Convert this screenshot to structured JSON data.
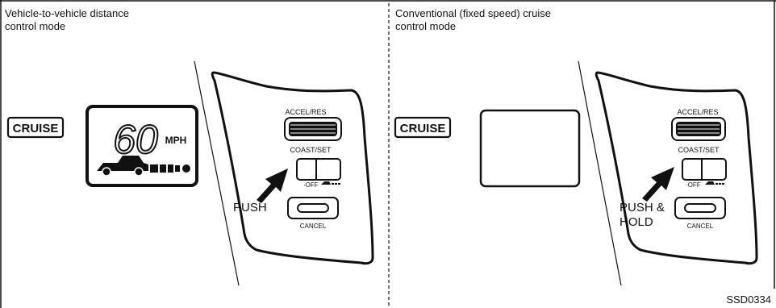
{
  "left_panel": {
    "caption_line1": "Vehicle-to-vehicle distance",
    "caption_line2": "control mode",
    "cruise_badge": "CRUISE",
    "display": {
      "speed": "60",
      "unit": "MPH"
    },
    "switch": {
      "accel_res": "ACCEL/RES",
      "coast_set": "COAST/SET",
      "off": "OFF",
      "cancel": "CANCEL"
    },
    "action": "PUSH"
  },
  "right_panel": {
    "caption_line1": "Conventional (fixed speed) cruise",
    "caption_line2": "control mode",
    "cruise_badge": "CRUISE",
    "switch": {
      "accel_res": "ACCEL/RES",
      "coast_set": "COAST/SET",
      "off": "OFF",
      "cancel": "CANCEL"
    },
    "action_line1": "PUSH &",
    "action_line2": "HOLD"
  },
  "figure_code": "SSD0334"
}
